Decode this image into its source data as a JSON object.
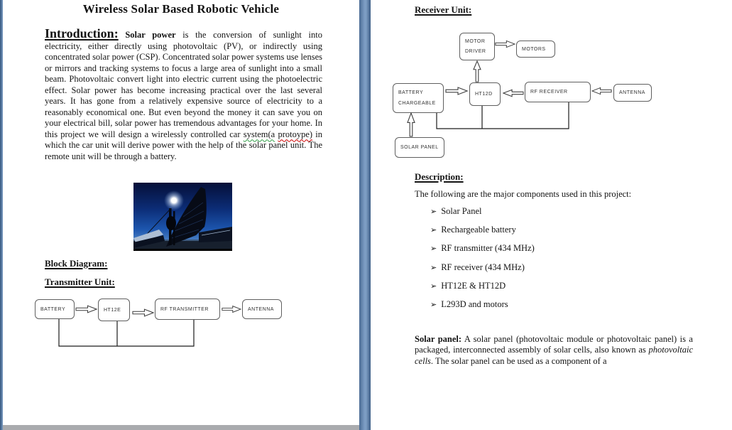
{
  "colors": {
    "chrome_blue": "#5e81ab",
    "spell_check_red": "#cc0000",
    "spell_check_green": "#2f9e44",
    "diagram_border_gray": "#5f5f5f"
  },
  "left_page": {
    "title": "Wireless Solar Based Robotic Vehicle",
    "intro_heading": "Introduction:",
    "intro_lead": "Solar power",
    "intro_body_1": " is the conversion of sunlight into electricity, either directly using photovoltaic (PV), or indirectly using concentrated solar power (CSP). Concentrated solar power systems use lenses or mirrors and tracking systems to focus a large area of sunlight into a small beam. Photovoltaic convert light into electric current using the photoelectric effect. Solar power has become increasing practical over the last several years. It has gone from a relatively expensive source of electricity to a reasonably economical one. But even beyond the money it can save you on your electrical bill, solar power has tremendous advantages for your home. In this project we will design a wirelessly controlled car ",
    "intro_misspelled_1": "system(a",
    "intro_space": " ",
    "intro_misspelled_2": "protoype)",
    "intro_body_2": " in which the car unit will derive power with the help of the solar panel unit. The remote unit will be through a battery.",
    "block_diagram_heading": "Block Diagram:",
    "transmitter_heading": "Transmitter Unit:",
    "transmitter_diagram": {
      "blocks": [
        "BATTERY",
        "HT12E",
        "RF TRANSMITTER",
        "ANTENNA"
      ]
    }
  },
  "right_page": {
    "receiver_heading": "Receiver Unit:",
    "receiver_diagram": {
      "motor_driver": [
        "MOTOR",
        "DRIVER"
      ],
      "motors": "MOTORS",
      "battery": [
        "BATTERY",
        "CHARGEABLE"
      ],
      "ht12d": "HT12D",
      "rf_receiver": "RF RECEIVER",
      "antenna": "ANTENNA",
      "solar_panel": "SOLAR PANEL"
    },
    "description_heading": "Description:",
    "description_intro": "The following are the major components used in this project:",
    "bullet": "➢",
    "components": [
      "Solar Panel",
      "Rechargeable battery",
      "RF transmitter (434 MHz)",
      "RF receiver (434 MHz)",
      "HT12E & HT12D",
      "L293D and motors"
    ],
    "solar_panel_lead": "Solar panel:",
    "solar_panel_body_1": " A solar panel (photovoltaic module or photovoltaic panel) is a packaged, interconnected assembly of solar cells, also known as ",
    "solar_panel_italic": "photovoltaic cells",
    "solar_panel_body_2": ". The solar panel can be used as a component of a"
  }
}
